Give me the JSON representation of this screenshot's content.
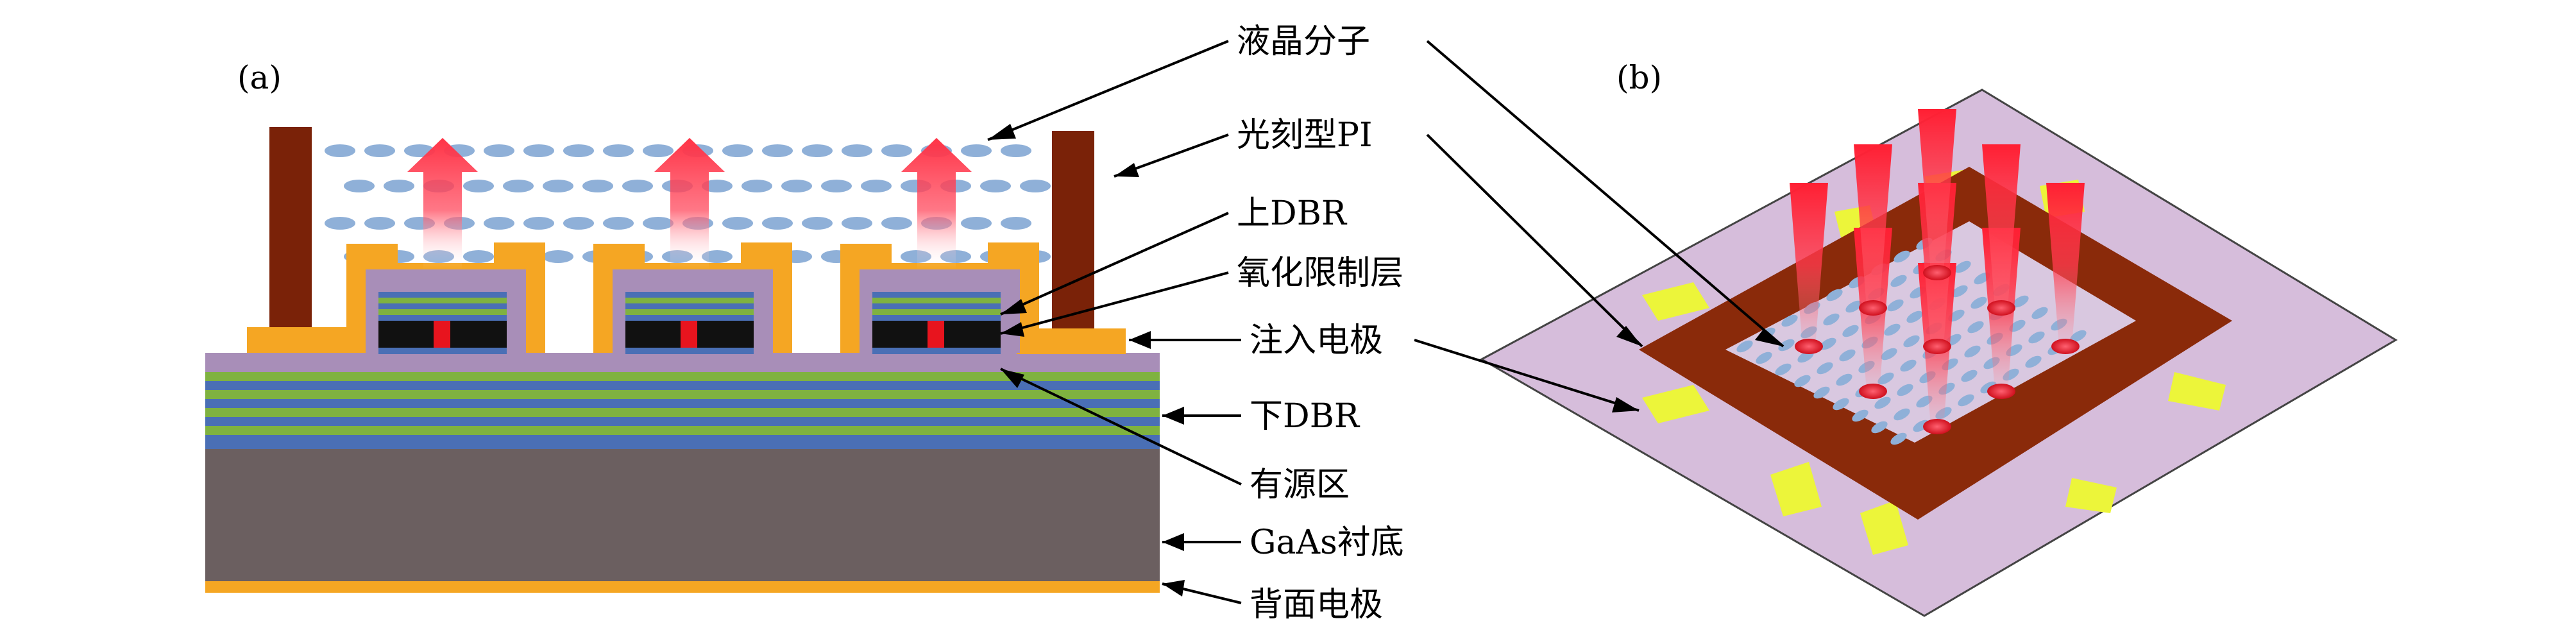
{
  "panels": {
    "a": "(a)",
    "b": "(b)"
  },
  "labels": {
    "lc": "液晶分子",
    "pi": "光刻型PI",
    "dbr_top": "上DBR",
    "oxide": "氧化限制层",
    "inject": "注入电极",
    "dbr_bottom": "下DBR",
    "active": "有源区",
    "substrate": "GaAs衬底",
    "back": "背面电极"
  },
  "colors": {
    "substrate": "#6b5f60",
    "electrode": "#f5a623",
    "pi_wall": "#7a2208",
    "dbr_blue": "#4a6fb5",
    "dbr_green": "#7fb240",
    "lc_molecule": "#8fb0d8",
    "oxide_black": "#111111",
    "aperture_red": "#e8141e",
    "top_layer": "#a88eb8",
    "plate_b": "#d6bddb",
    "frame_b": "#8a2a0a",
    "pad_b": "#ecf53a",
    "beam": "#ff2a3a"
  }
}
